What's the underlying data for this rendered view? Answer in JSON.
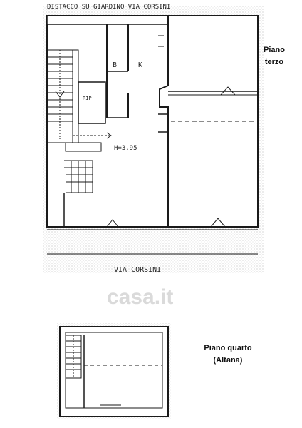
{
  "top_note": "DISTACCO SU GIARDINO VIA CORSINI",
  "room_b": "B",
  "room_k": "K",
  "room_rip": "RIP",
  "height_note": "H=3.95",
  "street_label": "VIA CORSINI",
  "floor_third": {
    "line1": "Piano",
    "line2": "terzo"
  },
  "floor_fourth": {
    "line1": "Piano quarto",
    "line2": "(Altana)"
  },
  "watermark": "casa.it",
  "colors": {
    "ink": "#1a1a1a",
    "hatch": "#bdbdbd"
  }
}
